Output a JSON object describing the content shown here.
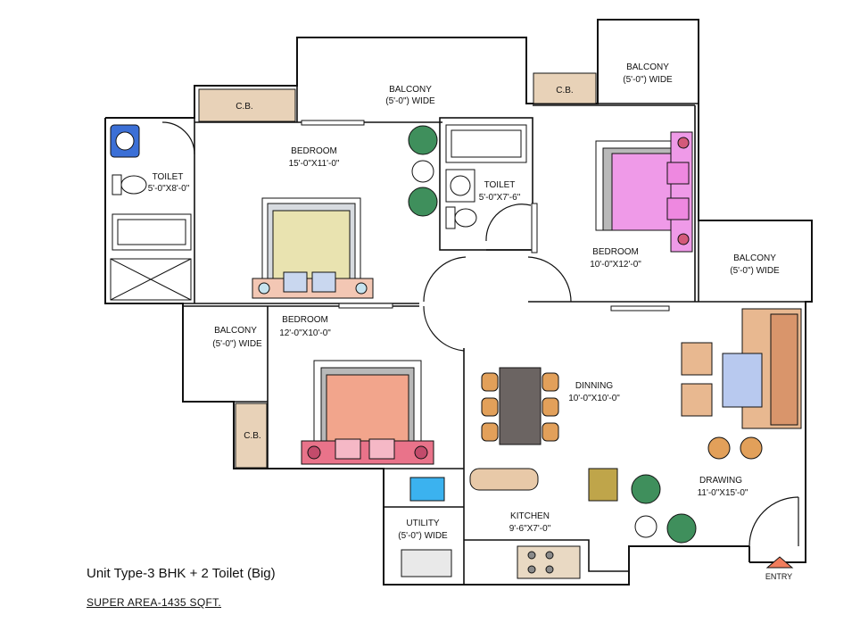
{
  "rooms": {
    "balcony_top": {
      "name": "BALCONY",
      "size": "(5'-0\") WIDE"
    },
    "balcony_top_right": {
      "name": "BALCONY",
      "size": "(5'-0\") WIDE"
    },
    "balcony_right": {
      "name": "BALCONY",
      "size": "(5'-0\") WIDE"
    },
    "balcony_left": {
      "name": "BALCONY",
      "size": "(5'-0\") WIDE"
    },
    "cb_top_left": {
      "name": "C.B."
    },
    "cb_top_right": {
      "name": "C.B."
    },
    "cb_left": {
      "name": "C.B."
    },
    "toilet_left": {
      "name": "TOILET",
      "size": "5'-0\"X8'-0\""
    },
    "toilet_center": {
      "name": "TOILET",
      "size": "5'-0\"X7'-6\""
    },
    "bedroom_top": {
      "name": "BEDROOM",
      "size": "15'-0\"X11'-0\""
    },
    "bedroom_right": {
      "name": "BEDROOM",
      "size": "10'-0\"X12'-0\""
    },
    "bedroom_bottom": {
      "name": "BEDROOM",
      "size": "12'-0\"X10'-0\""
    },
    "dinning": {
      "name": "DINNING",
      "size": "10'-0\"X10'-0\""
    },
    "drawing": {
      "name": "DRAWING",
      "size": "11'-0\"X15'-0\""
    },
    "kitchen": {
      "name": "KITCHEN",
      "size": "9'-6\"X7'-0\""
    },
    "utility": {
      "name": "UTILITY",
      "size": "(5'-0\") WIDE"
    }
  },
  "entry": "ENTRY",
  "unit_title": "Unit Type-3 BHK + 2 Toilet (Big)",
  "super_area": "SUPER AREA-1435 SQFT.",
  "colors": {
    "cupboard": "#e8d2b8",
    "bed_top": "#e9e3b0",
    "bed_right": "#ef9ae8",
    "bed_bottom": "#f2a58c",
    "sofa": "#e8b890",
    "plant": "#3f8f5c",
    "entry_arrow": "#f07c5c"
  }
}
